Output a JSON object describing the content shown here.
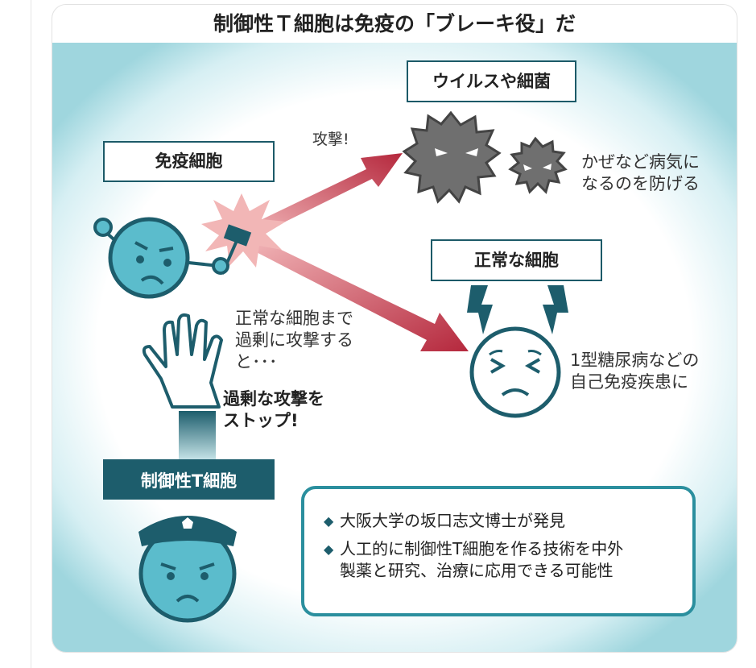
{
  "title": "制御性Ｔ細胞は免疫の「ブレーキ役」だ",
  "labels": {
    "virus_box": "ウイルスや細菌",
    "immune_box": "免疫細胞",
    "normal_box": "正常な細胞",
    "treg_box": "制御性T細胞",
    "attack": "攻撃!",
    "prevent": "かぜなど病気に\nなるのを防げる",
    "overattack": "正常な細胞まで\n過剰に攻撃する\nと･･･",
    "stop": "過剰な攻撃を\nストップ!",
    "autoimmune": "1型糖尿病などの\n自己免疫疾患に"
  },
  "info": [
    "大阪大学の坂口志文博士が発見",
    "人工的に制御性T細胞を作る技術を中外\n製薬と研究、治療に応用できる可能性"
  ],
  "info_bullet": "◆",
  "colors": {
    "teal_dark": "#1d5d6c",
    "face": "#5bbccc",
    "arrow": "#b5283d",
    "burst": "#f2b6b6"
  }
}
